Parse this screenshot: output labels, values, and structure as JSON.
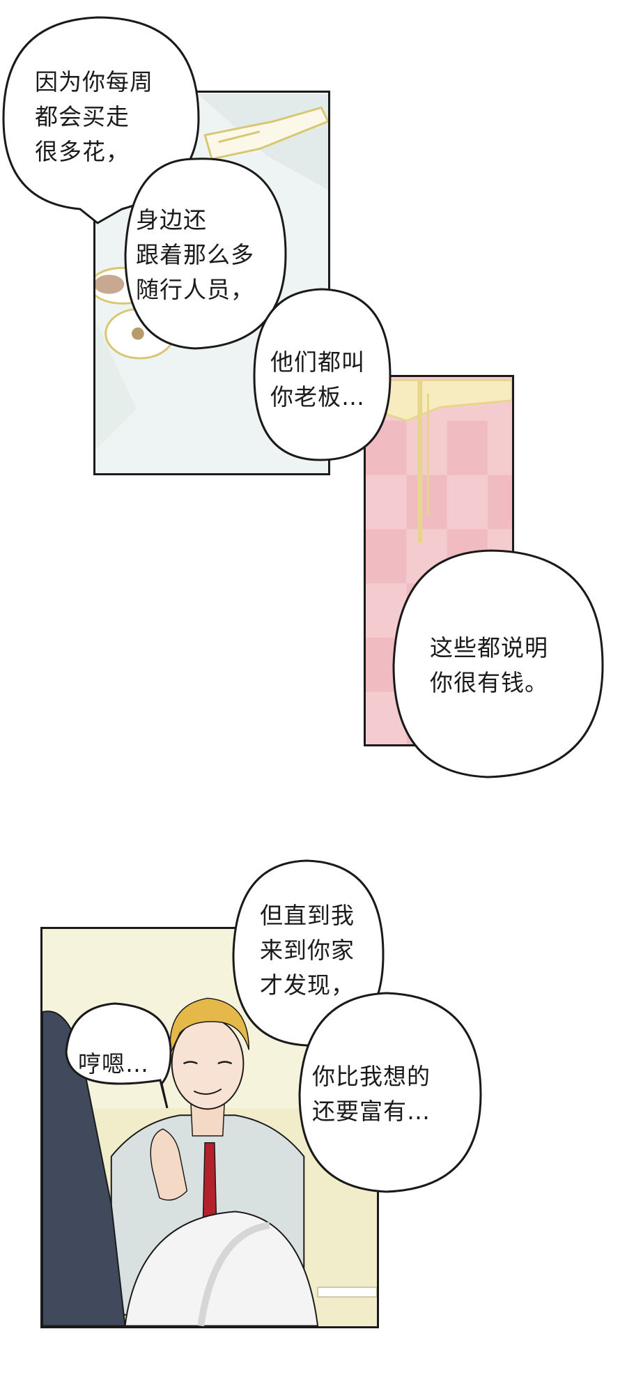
{
  "page": {
    "background": "#ffffff",
    "colors": {
      "ink": "#1a1a1a",
      "panel_1_bg": "#eef4f3",
      "panel_2_bg": "#f4cccf",
      "panel_2_tile": "#f0bcc1",
      "gold_trim": "#e6d58a",
      "panel_3_bg": "#f5f3dc",
      "suit": "#404a5c",
      "shirt": "#d8e0e0",
      "tie": "#b3212b",
      "hair": "#e5b84a"
    }
  },
  "bubbles": [
    {
      "id": "b1",
      "text": "因为你每周\n都会买走\n很多花，"
    },
    {
      "id": "b2",
      "text": "身边还\n跟着那么多\n随行人员，"
    },
    {
      "id": "b3",
      "text": "他们都叫\n你老板…"
    },
    {
      "id": "b4",
      "text": "这些都说明\n你很有钱。"
    },
    {
      "id": "b5",
      "text": "但直到我\n来到你家\n才发现，"
    },
    {
      "id": "b6",
      "text": "哼嗯…"
    },
    {
      "id": "b7",
      "text": "你比我想的\n还要富有…"
    }
  ]
}
